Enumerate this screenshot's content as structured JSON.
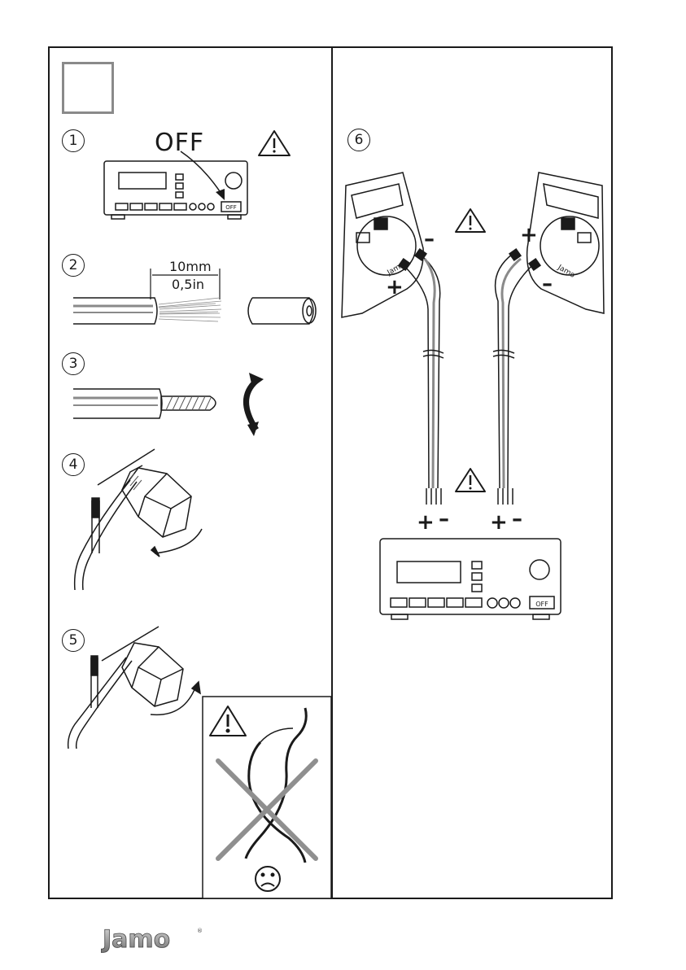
{
  "steps": {
    "s1": "1",
    "s2": "2",
    "s3": "3",
    "s4": "4",
    "s5": "5",
    "s6": "6"
  },
  "step1": {
    "off_heading": "OFF",
    "amp_button_label": "OFF"
  },
  "step2": {
    "length_mm": "10mm",
    "length_in": "0,5in"
  },
  "step6": {
    "left_speaker_minus": "–",
    "left_speaker_plus": "+",
    "right_speaker_plus": "+",
    "right_speaker_minus": "–",
    "left_term_plus": "+",
    "left_term_minus": "–",
    "right_term_plus": "+",
    "right_term_minus": "–",
    "amp_button_label": "OFF"
  },
  "brand": {
    "name": "Jamo"
  },
  "colors": {
    "line": "#1a1a1a",
    "grey": "#8a8a8a",
    "warning_cross": "#8f8f8f"
  }
}
